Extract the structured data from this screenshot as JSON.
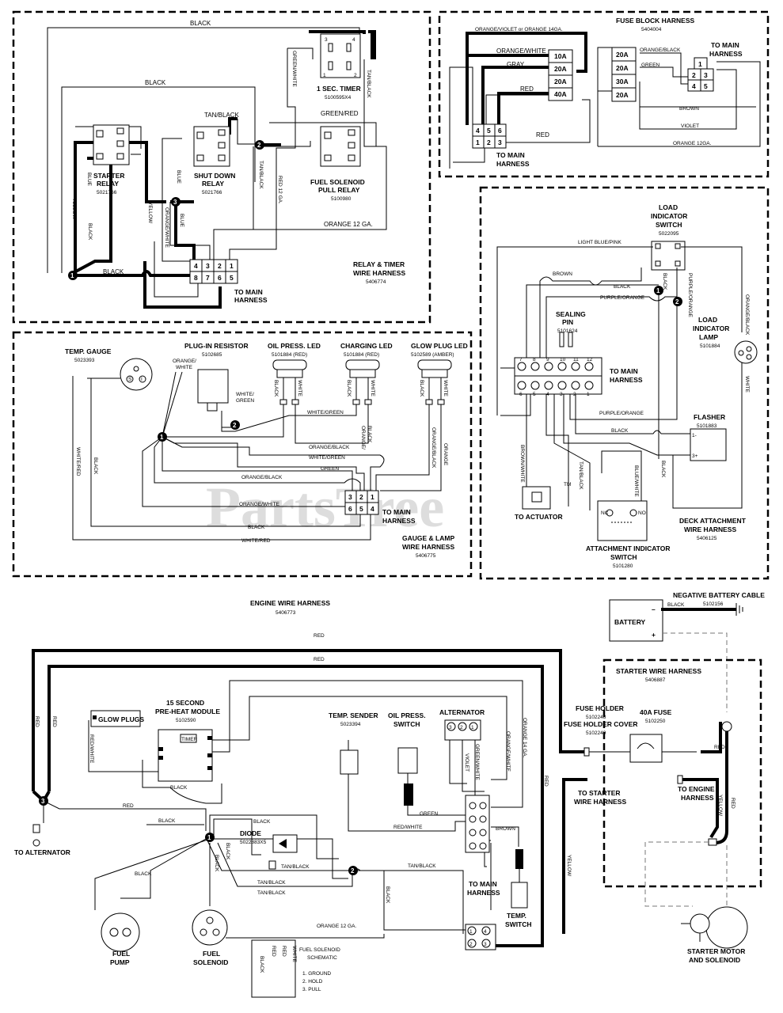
{
  "relay_timer": {
    "top_black": "BLACK",
    "black2": "BLACK",
    "timer": {
      "title": "1 SEC. TIMER",
      "part": "5100595X4"
    },
    "tan_black": "TAN/BLACK",
    "green_white": "GREEN/WHITE",
    "green_red": "GREEN/RED",
    "tan_black2": "TAN/BLACK",
    "starter_relay": {
      "title1": "STARTER",
      "title2": "RELAY",
      "part": "5021766"
    },
    "shutdown_relay": {
      "title1": "SHUT DOWN",
      "title2": "RELAY",
      "part": "5021766"
    },
    "fuel_pull": {
      "title1": "FUEL SOLENOID",
      "title2": "PULL RELAY",
      "part": "5100980"
    },
    "tan_black_v": "TAN/BLACK",
    "red12": "RED 12 GA.",
    "blue1": "BLUE",
    "blue2": "BLUE",
    "blue3": "BLUE",
    "yellow": "YELLOW",
    "yellow2": "YELLOW",
    "orange_white": "ORANGE/WHITE",
    "black_v": "BLACK",
    "black_bottom": "BLACK",
    "orange12": "ORANGE 12 GA.",
    "to_main1": "TO MAIN",
    "to_main2": "HARNESS",
    "harness1": "RELAY & TIMER",
    "harness2": "WIRE HARNESS",
    "harness_part": "5406774",
    "pins_top": [
      "4",
      "3",
      "2",
      "1"
    ],
    "pins_bottom": [
      "8",
      "7",
      "6",
      "5"
    ]
  },
  "fuse_block": {
    "title": "FUSE BLOCK HARNESS",
    "part": "5404004",
    "ov14": "ORANGE/VIOLET or ORANGE 14GA.",
    "ow": "ORANGE/WHITE",
    "gray": "GRAY",
    "red": "RED",
    "red2": "RED",
    "fuses_left": [
      "10A",
      "20A",
      "20A",
      "40A"
    ],
    "fuses_right": [
      "20A",
      "20A",
      "30A",
      "20A"
    ],
    "orange_black": "ORANGE/BLACK",
    "green": "GREEN",
    "brown": "BROWN",
    "violet": "VIOLET",
    "orange12": "ORANGE 12GA.",
    "to_main1": "TO MAIN",
    "to_main2": "HARNESS",
    "to_main_r1": "TO MAIN",
    "to_main_r2": "HARNESS",
    "pins_top": [
      "4",
      "5",
      "6"
    ],
    "pins_bottom": [
      "1",
      "2",
      "3"
    ],
    "conn_r": [
      "1",
      "2",
      "3",
      "4",
      "5"
    ]
  },
  "deck": {
    "load_switch": {
      "t1": "LOAD",
      "t2": "INDICATOR",
      "t3": "SWITCH",
      "part": "5022095"
    },
    "light_blue_pink": "LIGHT BLUE/PINK",
    "brown": "BROWN",
    "black": "BLACK",
    "purple_orange": "PURPLE/ORANGE",
    "black_v": "BLACK",
    "purple_orange_v": "PURPLE/ORANGE",
    "orange_black_v": "ORANGE/BLACK",
    "sealing1": "SEALING",
    "sealing2": "PIN",
    "sealing_part": "5101624",
    "pins_top": [
      "7",
      "8",
      "9",
      "10",
      "11",
      "12"
    ],
    "pins_bottom": [
      "6",
      "5",
      "4",
      "3",
      "2",
      "1"
    ],
    "to_main1": "TO MAIN",
    "to_main2": "HARNESS",
    "lamp": {
      "t1": "LOAD",
      "t2": "INDICATOR",
      "t3": "LAMP",
      "part": "5101884"
    },
    "white": "WHITE",
    "purple_orange2": "PURPLE/ORANGE",
    "black2": "BLACK",
    "flasher": {
      "title": "FLASHER",
      "part": "5101883"
    },
    "brown_white": "BROWN/WHITE",
    "tan_black": "TAN/BLACK",
    "blue_white": "BLUE/WHITE",
    "black3": "BLACK",
    "to_actuator": "TO ACTUATOR",
    "attach_switch": {
      "t1": "ATTACHMENT INDICATOR",
      "t2": "SWITCH",
      "part": "5101280",
      "nc": "NC",
      "no": "NO"
    },
    "harness1": "DECK ATTACHMENT",
    "harness2": "WIRE HARNESS",
    "harness_part": "5406125"
  },
  "gauge": {
    "temp": {
      "title": "TEMP. GAUGE",
      "part": "5023393"
    },
    "resistor": {
      "title": "PLUG-IN RESISTOR",
      "part": "5102685"
    },
    "oil": {
      "title": "OIL PRESS. LED",
      "part": "5101884 (RED)"
    },
    "charging": {
      "title": "CHARGING LED",
      "part": "5101884 (RED)"
    },
    "glow": {
      "title": "GLOW PLUG LED",
      "part": "5102589 (AMBER)"
    },
    "orange_white_lbl": "ORANGE/\nWHITE",
    "white_green": "WHITE/\nGREEN",
    "black": "BLACK",
    "white": "WHITE",
    "wg": "WHITE/GREEN",
    "ob": "ORANGE/BLACK",
    "ob2": "ORANGE/\nBLACK",
    "wg2": "WHITE/GREEN",
    "green": "GREEN",
    "ob3": "ORANGE/BLACK",
    "ow": "ORANGE/WHITE",
    "black2": "BLACK",
    "wr": "WHITE/RED",
    "white_red_v": "WHITE/RED",
    "black_v": "BLACK",
    "orange_black_v": "ORANGE/BLACK",
    "orange_v": "ORANGE",
    "pins_top": [
      "3",
      "2",
      "1"
    ],
    "pins_bottom": [
      "6",
      "5",
      "4"
    ],
    "to_main1": "TO MAIN",
    "to_main2": "HARNESS",
    "harness1": "GAUGE & LAMP",
    "harness2": "WIRE HARNESS",
    "harness_part": "5406775"
  },
  "engine": {
    "title": "ENGINE WIRE HARNESS",
    "part": "5406773",
    "red1": "RED",
    "red2": "RED",
    "red_l": "RED",
    "red_l2": "RED",
    "red_r": "RED",
    "red3": "RED",
    "glow": "GLOW PLUGS",
    "preheat": {
      "t1": "15 SECOND",
      "t2": "PRE-HEAT MODULE",
      "part": "5102590",
      "timer": "TIMER"
    },
    "red_white": "RED/WHITE",
    "black": "BLACK",
    "temp_sender": {
      "title": "TEMP. SENDER",
      "part": "5023394"
    },
    "oil_switch": {
      "t1": "OIL PRESS.",
      "t2": "SWITCH"
    },
    "alternator": {
      "title": "ALTERNATOR",
      "pins": [
        "3",
        "2",
        "1"
      ]
    },
    "orange14": "ORANGE 14 GA.",
    "orange_white": "ORANGE/WHITE",
    "green_white": "GREEN/WHITE",
    "violet": "VIOLET",
    "green": "GREEN",
    "red_white2": "RED/WHITE",
    "brown": "BROWN",
    "to_alt": "TO ALTERNATOR",
    "diode": {
      "title": "DIODE",
      "part": "5022883X5"
    },
    "tan_black": "TAN/BLACK",
    "tan_black2": "TAN/BLACK",
    "tan_black3": "TAN/BLACK",
    "tan_black4": "TAN/BLACK",
    "black2": "BLACK",
    "black3": "BLACK",
    "black4": "BLACK",
    "black5": "BLACK",
    "black6": "BLACK",
    "orange12": "ORANGE 12 GA.",
    "to_main1": "TO MAIN",
    "to_main2": "HARNESS",
    "temp_switch": {
      "t1": "TEMP.",
      "t2": "SWITCH"
    },
    "fuel_pump": {
      "t1": "FUEL",
      "t2": "PUMP"
    },
    "fuel_solenoid": {
      "t1": "FUEL",
      "t2": "SOLENOID"
    },
    "schematic": {
      "t1": "FUEL SOLENOID",
      "t2": "SCHEMATIC",
      "i1": "1.  GROUND",
      "i2": "2.  HOLD",
      "i3": "3.  PULL",
      "w1": "BLACK",
      "w2": "RED",
      "w3": "RED",
      "w4": "WHITE"
    },
    "conn": [
      "1",
      "2",
      "3",
      "4"
    ],
    "yellow": "YELLOW"
  },
  "battery": {
    "title": "BATTERY",
    "neg": "–",
    "pos": "+",
    "neg_cable": "NEGATIVE BATTERY CABLE",
    "neg_part": "5102156",
    "black": "BLACK"
  },
  "starter": {
    "title": "STARTER WIRE HARNESS",
    "part": "5406887",
    "fuse_holder": "FUSE HOLDER",
    "fh_part": "5102248",
    "fh_cover": "FUSE HOLDER COVER",
    "fhc_part": "5102249",
    "fuse40": "40A FUSE",
    "fuse_part": "5102250",
    "red": "RED",
    "red2": "RED",
    "yellow": "YELLOW",
    "to_starter1": "TO STARTER",
    "to_starter2": "WIRE HARNESS",
    "to_engine1": "TO ENGINE",
    "to_engine2": "HARNESS",
    "motor1": "STARTER MOTOR",
    "motor2": "AND SOLENOID"
  },
  "watermark": "PartsTree",
  "tm": "TM"
}
